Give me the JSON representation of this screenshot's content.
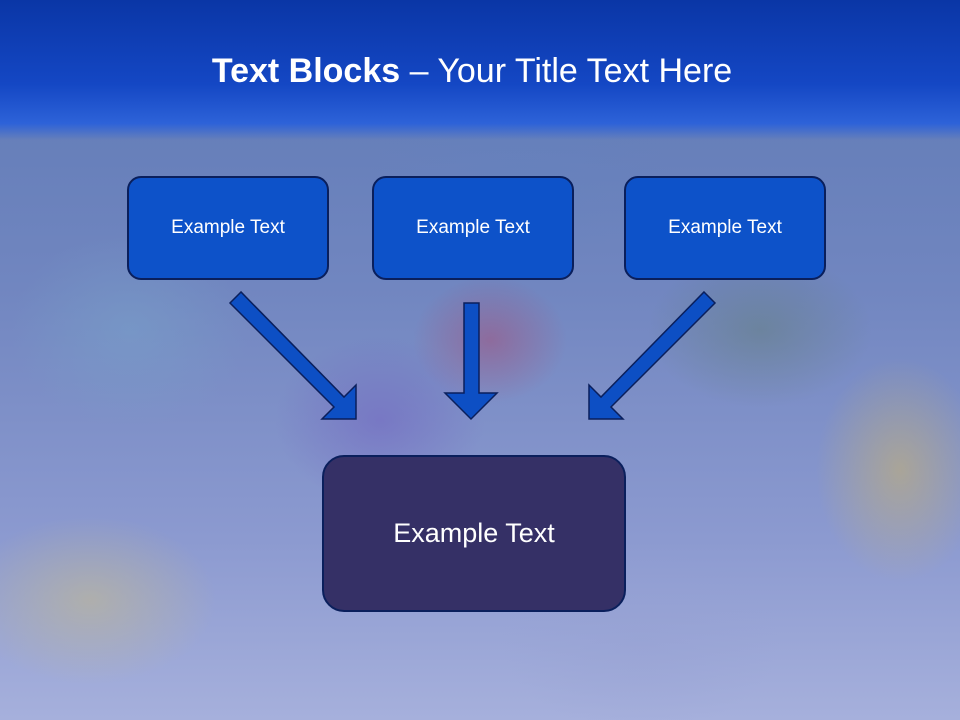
{
  "slide": {
    "title_bold": "Text Blocks",
    "title_separator": " – ",
    "title_rest": "Your Title Text Here",
    "top_boxes": [
      {
        "label": "Example Text"
      },
      {
        "label": "Example Text"
      },
      {
        "label": "Example Text"
      }
    ],
    "bottom_box": {
      "label": "Example Text"
    }
  },
  "colors": {
    "title_band": "#1447c4",
    "small_box_fill": "#0d52c9",
    "big_box_fill": "#353066",
    "arrow_fill": "#0d4fc4",
    "box_border": "#0a1f5c"
  }
}
